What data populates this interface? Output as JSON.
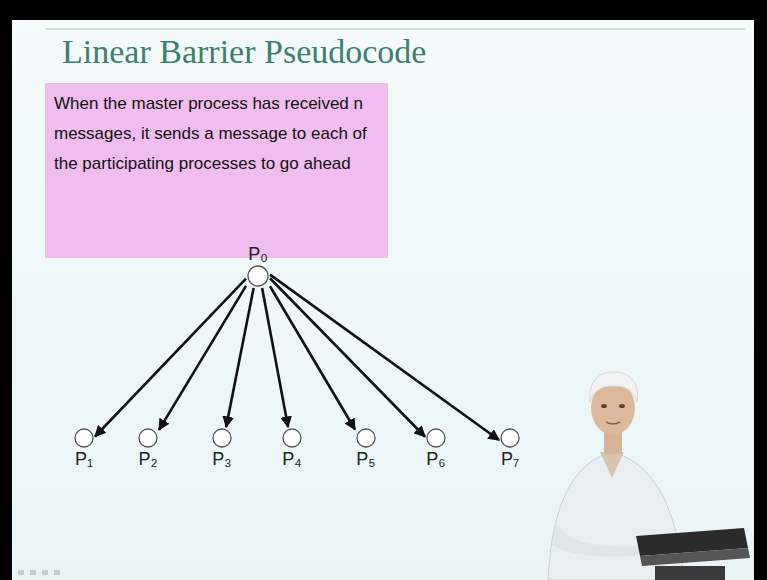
{
  "diagram": {
    "title": "Linear Barrier Pseudocode",
    "nodes": [
      {
        "text": [
          "When the master process has received n messages, it sends a message to each of the participating processes to go ahead"
        ]
      },
      {
        "text": [
          "P₀"
        ]
      },
      {
        "text": [
          "P₁"
        ]
      },
      {
        "text": [
          "P₂"
        ]
      },
      {
        "text": [
          "P₃"
        ]
      },
      {
        "text": [
          "P₄"
        ]
      },
      {
        "text": [
          "P₅"
        ]
      },
      {
        "text": [
          "P₆"
        ]
      },
      {
        "text": [
          "P₇"
        ]
      }
    ],
    "edges": [
      {
        "from": 1,
        "to": 2,
        "arrow": "to"
      },
      {
        "from": 1,
        "to": 3,
        "arrow": "to"
      },
      {
        "from": 1,
        "to": 4,
        "arrow": "to"
      },
      {
        "from": 1,
        "to": 5,
        "arrow": "to"
      },
      {
        "from": 1,
        "to": 6,
        "arrow": "to"
      },
      {
        "from": 1,
        "to": 7,
        "arrow": "to"
      },
      {
        "from": 1,
        "to": 8,
        "arrow": "to"
      }
    ]
  }
}
